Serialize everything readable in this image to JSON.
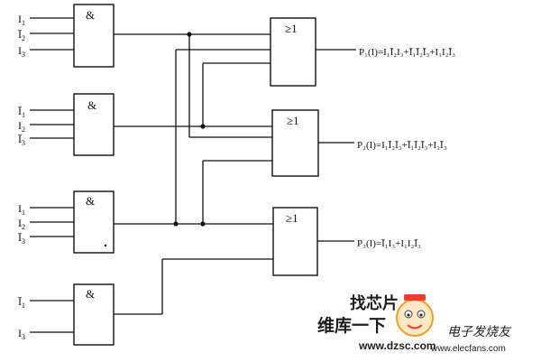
{
  "and_gates": [
    {
      "symbol": "&",
      "inputs": [
        "I",
        "Ī",
        "I"
      ],
      "subs": [
        "1",
        "2",
        "3"
      ]
    },
    {
      "symbol": "&",
      "inputs": [
        "Ī",
        "I",
        "Ī"
      ],
      "subs": [
        "1",
        "2",
        "3"
      ]
    },
    {
      "symbol": "&",
      "inputs": [
        "I",
        "I",
        "Ī"
      ],
      "subs": [
        "1",
        "2",
        "3"
      ]
    },
    {
      "symbol": "&",
      "inputs": [
        "Ī",
        "I"
      ],
      "subs": [
        "1",
        "3"
      ]
    }
  ],
  "or_gates": [
    {
      "symbol": "≥1"
    },
    {
      "symbol": "≥1"
    },
    {
      "symbol": "≥1"
    }
  ],
  "outputs": [
    "P₁(I)=I₁Ī₂I₃+Ī₁Ī₂Ī₃+I₁I₂Ī₃",
    "P₂(I)=I₁Ī₂Ī₃+Ī₁Ī₂Ī₃+I₁Ī₃",
    "P₃(I)=Ī₁I₃+I₁I₂Ī₃"
  ],
  "watermark": {
    "logo_text": "找芯片",
    "slogan": "维库一下",
    "url": "www.dzsc.com",
    "site_name": "电子发烧友",
    "site_url": "www.elecfans.com",
    "colors": {
      "red": "#e8321e",
      "orange": "#f39a1c"
    }
  }
}
